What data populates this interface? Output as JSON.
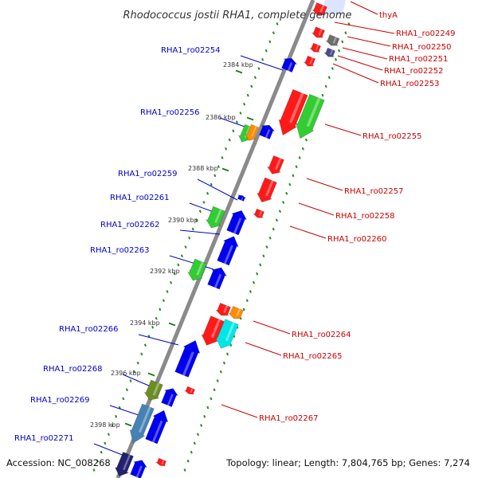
{
  "title": "Rhodococcus jostii RHA1, complete genome",
  "accession": "Accession: NC_008268",
  "topology": "Topology: linear; Length: 7,804,765 bp; Genes: 7,274",
  "colors": {
    "left_label": "#0000cc",
    "right_label": "#cc0000",
    "backbone": "#8a8a8a",
    "ticks": "#228b22"
  },
  "kbp_labels": [
    "2384 kbp",
    "2386 kbp",
    "2388 kbp",
    "2390 kbp",
    "2392 kbp",
    "2394 kbp",
    "2396 kbp",
    "2398 kbp"
  ],
  "left_genes": [
    "RHA1_ro02254",
    "RHA1_ro02256",
    "RHA1_ro02259",
    "RHA1_ro02261",
    "RHA1_ro02262",
    "RHA1_ro02263",
    "RHA1_ro02266",
    "RHA1_ro02268",
    "RHA1_ro02269",
    "RHA1_ro02271"
  ],
  "right_genes": [
    "thyA",
    "RHA1_ro02249",
    "RHA1_ro02250",
    "RHA1_ro02251",
    "RHA1_ro02252",
    "RHA1_ro02253",
    "RHA1_ro02255",
    "RHA1_ro02257",
    "RHA1_ro02258",
    "RHA1_ro02260",
    "RHA1_ro02264",
    "RHA1_ro02265",
    "RHA1_ro02267"
  ]
}
